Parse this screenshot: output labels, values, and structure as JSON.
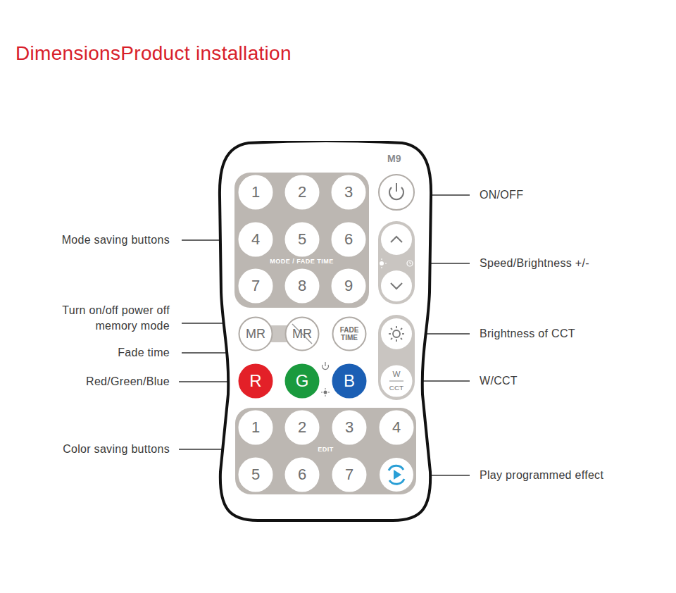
{
  "diagram": {
    "title": "DimensionsProduct installation",
    "nodes": [
      {
        "text": [
          "M9"
        ]
      },
      {
        "text": [
          "MODE / FADE TIME"
        ],
        "in": 0
      },
      {
        "text": [
          "1"
        ],
        "in": 1
      },
      {
        "text": [
          "2"
        ],
        "in": 1
      },
      {
        "text": [
          "3"
        ],
        "in": 1
      },
      {
        "text": [
          "4"
        ],
        "in": 1
      },
      {
        "text": [
          "5"
        ],
        "in": 1
      },
      {
        "text": [
          "6"
        ],
        "in": 1
      },
      {
        "text": [
          "7"
        ],
        "in": 1
      },
      {
        "text": [
          "8"
        ],
        "in": 1
      },
      {
        "text": [
          "9"
        ],
        "in": 1
      },
      {
        "text": [
          "MR"
        ],
        "in": 0
      },
      {
        "text": [
          "MR"
        ],
        "in": 0
      },
      {
        "text": [
          "FADE TIME"
        ],
        "in": 0
      },
      {
        "text": [
          "R"
        ],
        "in": 0
      },
      {
        "text": [
          "G"
        ],
        "in": 0
      },
      {
        "text": [
          "B"
        ],
        "in": 0
      },
      {
        "text": [
          "W",
          "CCT"
        ],
        "in": 0
      },
      {
        "text": [
          "EDIT"
        ],
        "in": 0
      },
      {
        "text": [
          "1"
        ],
        "in": 18
      },
      {
        "text": [
          "2"
        ],
        "in": 18
      },
      {
        "text": [
          "3"
        ],
        "in": 18
      },
      {
        "text": [
          "4"
        ],
        "in": 18
      },
      {
        "text": [
          "5"
        ],
        "in": 18
      },
      {
        "text": [
          "6"
        ],
        "in": 18
      },
      {
        "text": [
          "7"
        ],
        "in": 18
      }
    ],
    "labels": [
      "Mode saving buttons",
      "Turn on/off power off memory mode",
      "Fade time",
      "Red/Green/Blue",
      "Color saving buttons",
      "ON/OFF",
      "Speed/Brightness +/-",
      "Brightness of CCT",
      "W/CCT",
      "Play programmed effect"
    ]
  }
}
